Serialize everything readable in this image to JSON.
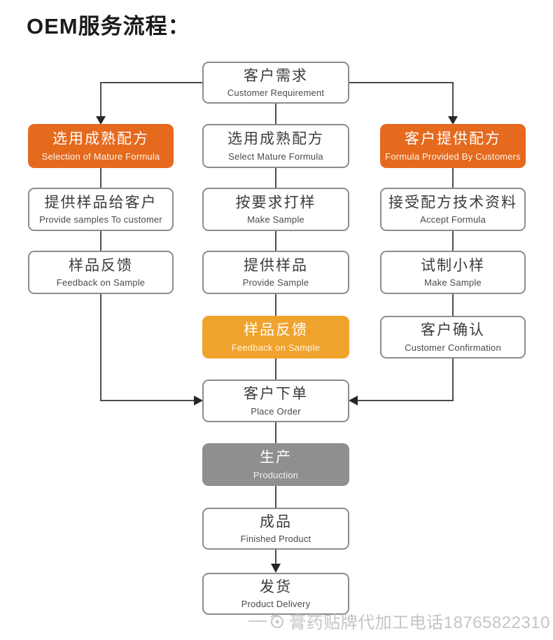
{
  "page_title": "OEM服务流程：",
  "colors": {
    "orange_dark": "#e56a1e",
    "orange_light": "#f0a32c",
    "gray_box": "#8f8f8f",
    "line": "#4d4d4d",
    "arrow": "#262626",
    "box_border": "#8c8c8c"
  },
  "nodes": {
    "customer_requirement": {
      "zh": "客户需求",
      "en": "Customer Requirement"
    },
    "selection_mature_formula": {
      "zh": "选用成熟配方",
      "en": "Selection of Mature Formula"
    },
    "select_mature_formula": {
      "zh": "选用成熟配方",
      "en": "Select Mature Formula"
    },
    "formula_by_customers": {
      "zh": "客户提供配方",
      "en": "Formula  Provided By Customers"
    },
    "provide_samples_to_customer": {
      "zh": "提供样品给客户",
      "en": "Provide samples To customer"
    },
    "make_sample_on_request": {
      "zh": "按要求打样",
      "en": "Make Sample"
    },
    "accept_formula": {
      "zh": "接受配方技术资料",
      "en": "Accept Formula"
    },
    "feedback_on_sample_left": {
      "zh": "样品反馈",
      "en": "Feedback on Sample"
    },
    "provide_sample": {
      "zh": "提供样品",
      "en": "Provide Sample"
    },
    "trial_small_sample": {
      "zh": "试制小样",
      "en": "Make Sample"
    },
    "feedback_on_sample_center": {
      "zh": "样品反馈",
      "en": "Feedback on Sample"
    },
    "customer_confirmation": {
      "zh": "客户确认",
      "en": "Customer Confirmation"
    },
    "place_order": {
      "zh": "客户下单",
      "en": "Place Order"
    },
    "production": {
      "zh": "生产",
      "en": "Production"
    },
    "finished_product": {
      "zh": "成品",
      "en": "Finished Product"
    },
    "product_delivery": {
      "zh": "发货",
      "en": "Product Delivery"
    }
  },
  "watermark": {
    "text": "膏药贴牌代加工电话18765822310"
  }
}
